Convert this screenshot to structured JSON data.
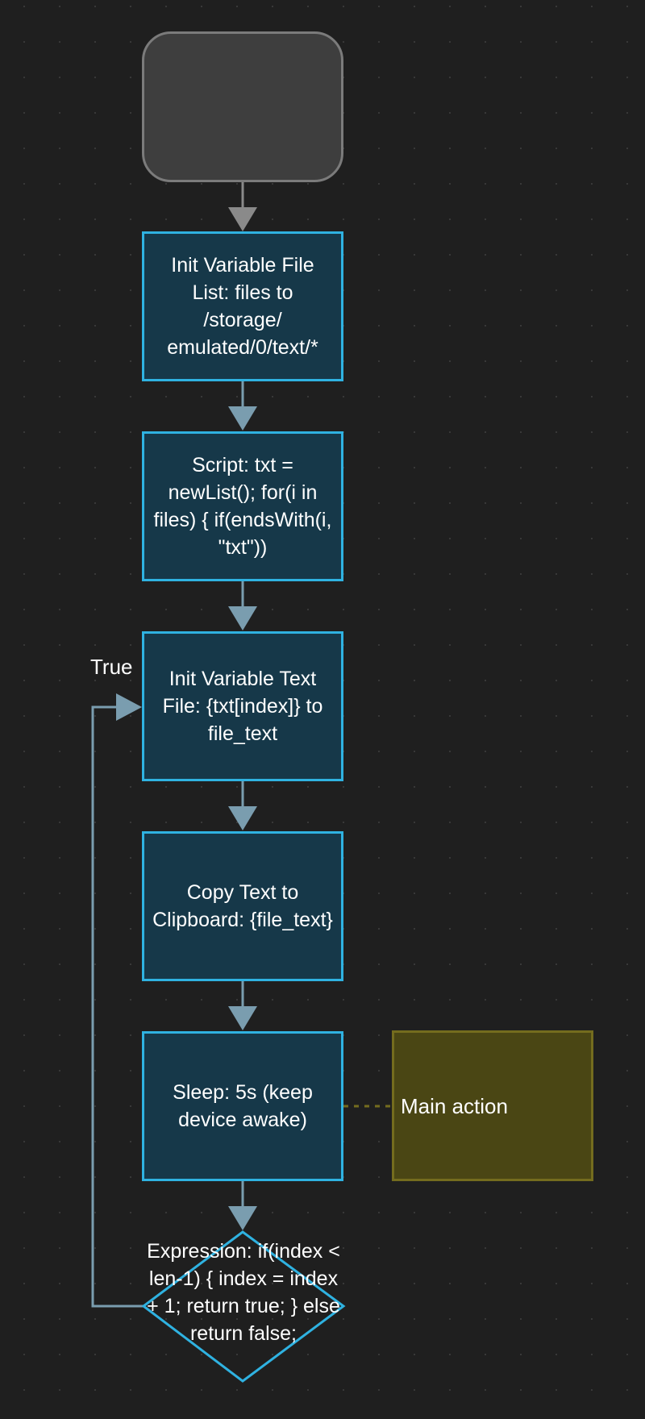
{
  "diagram": {
    "start_node": "",
    "nodes": [
      "Init Variable File List: files to /storage/ emulated/0/text/*",
      "Script: txt = newList(); for(i in files) { if(endsWith(i, \"txt\"))",
      "Init Variable Text File: {txt[index]} to file_text",
      "Copy Text to Clipboard: {file_text}",
      "Sleep: 5s (keep device awake)"
    ],
    "decision": "Expression: if(index < len-1) { index = index + 1; return true; } else return false;",
    "loop_label": "True",
    "note": "Main action"
  },
  "colors": {
    "background": "#1f1f1f",
    "action_fill": "#163849",
    "action_border": "#2fb2e1",
    "start_fill": "#3e3e3e",
    "start_border": "#7b7b7b",
    "edge": "#7a9daf",
    "note_fill": "#4a4614",
    "note_border": "#746c1e"
  }
}
